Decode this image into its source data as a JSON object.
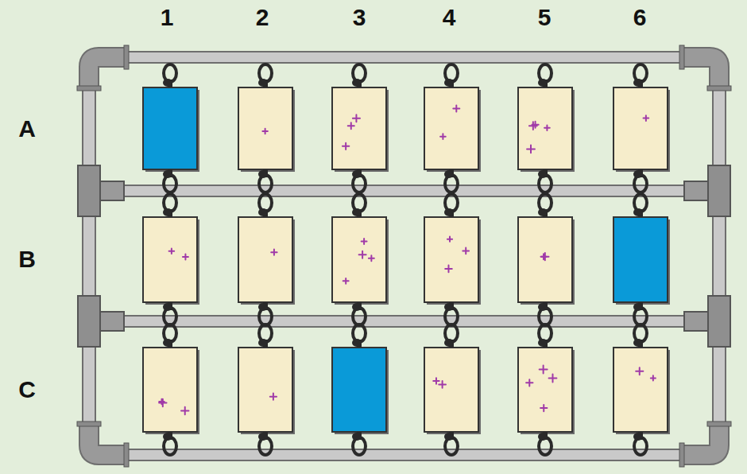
{
  "diagram": {
    "labels": [
      "1",
      "2",
      "3",
      "4",
      "5",
      "6",
      "A",
      "B",
      "C"
    ]
  }
}
